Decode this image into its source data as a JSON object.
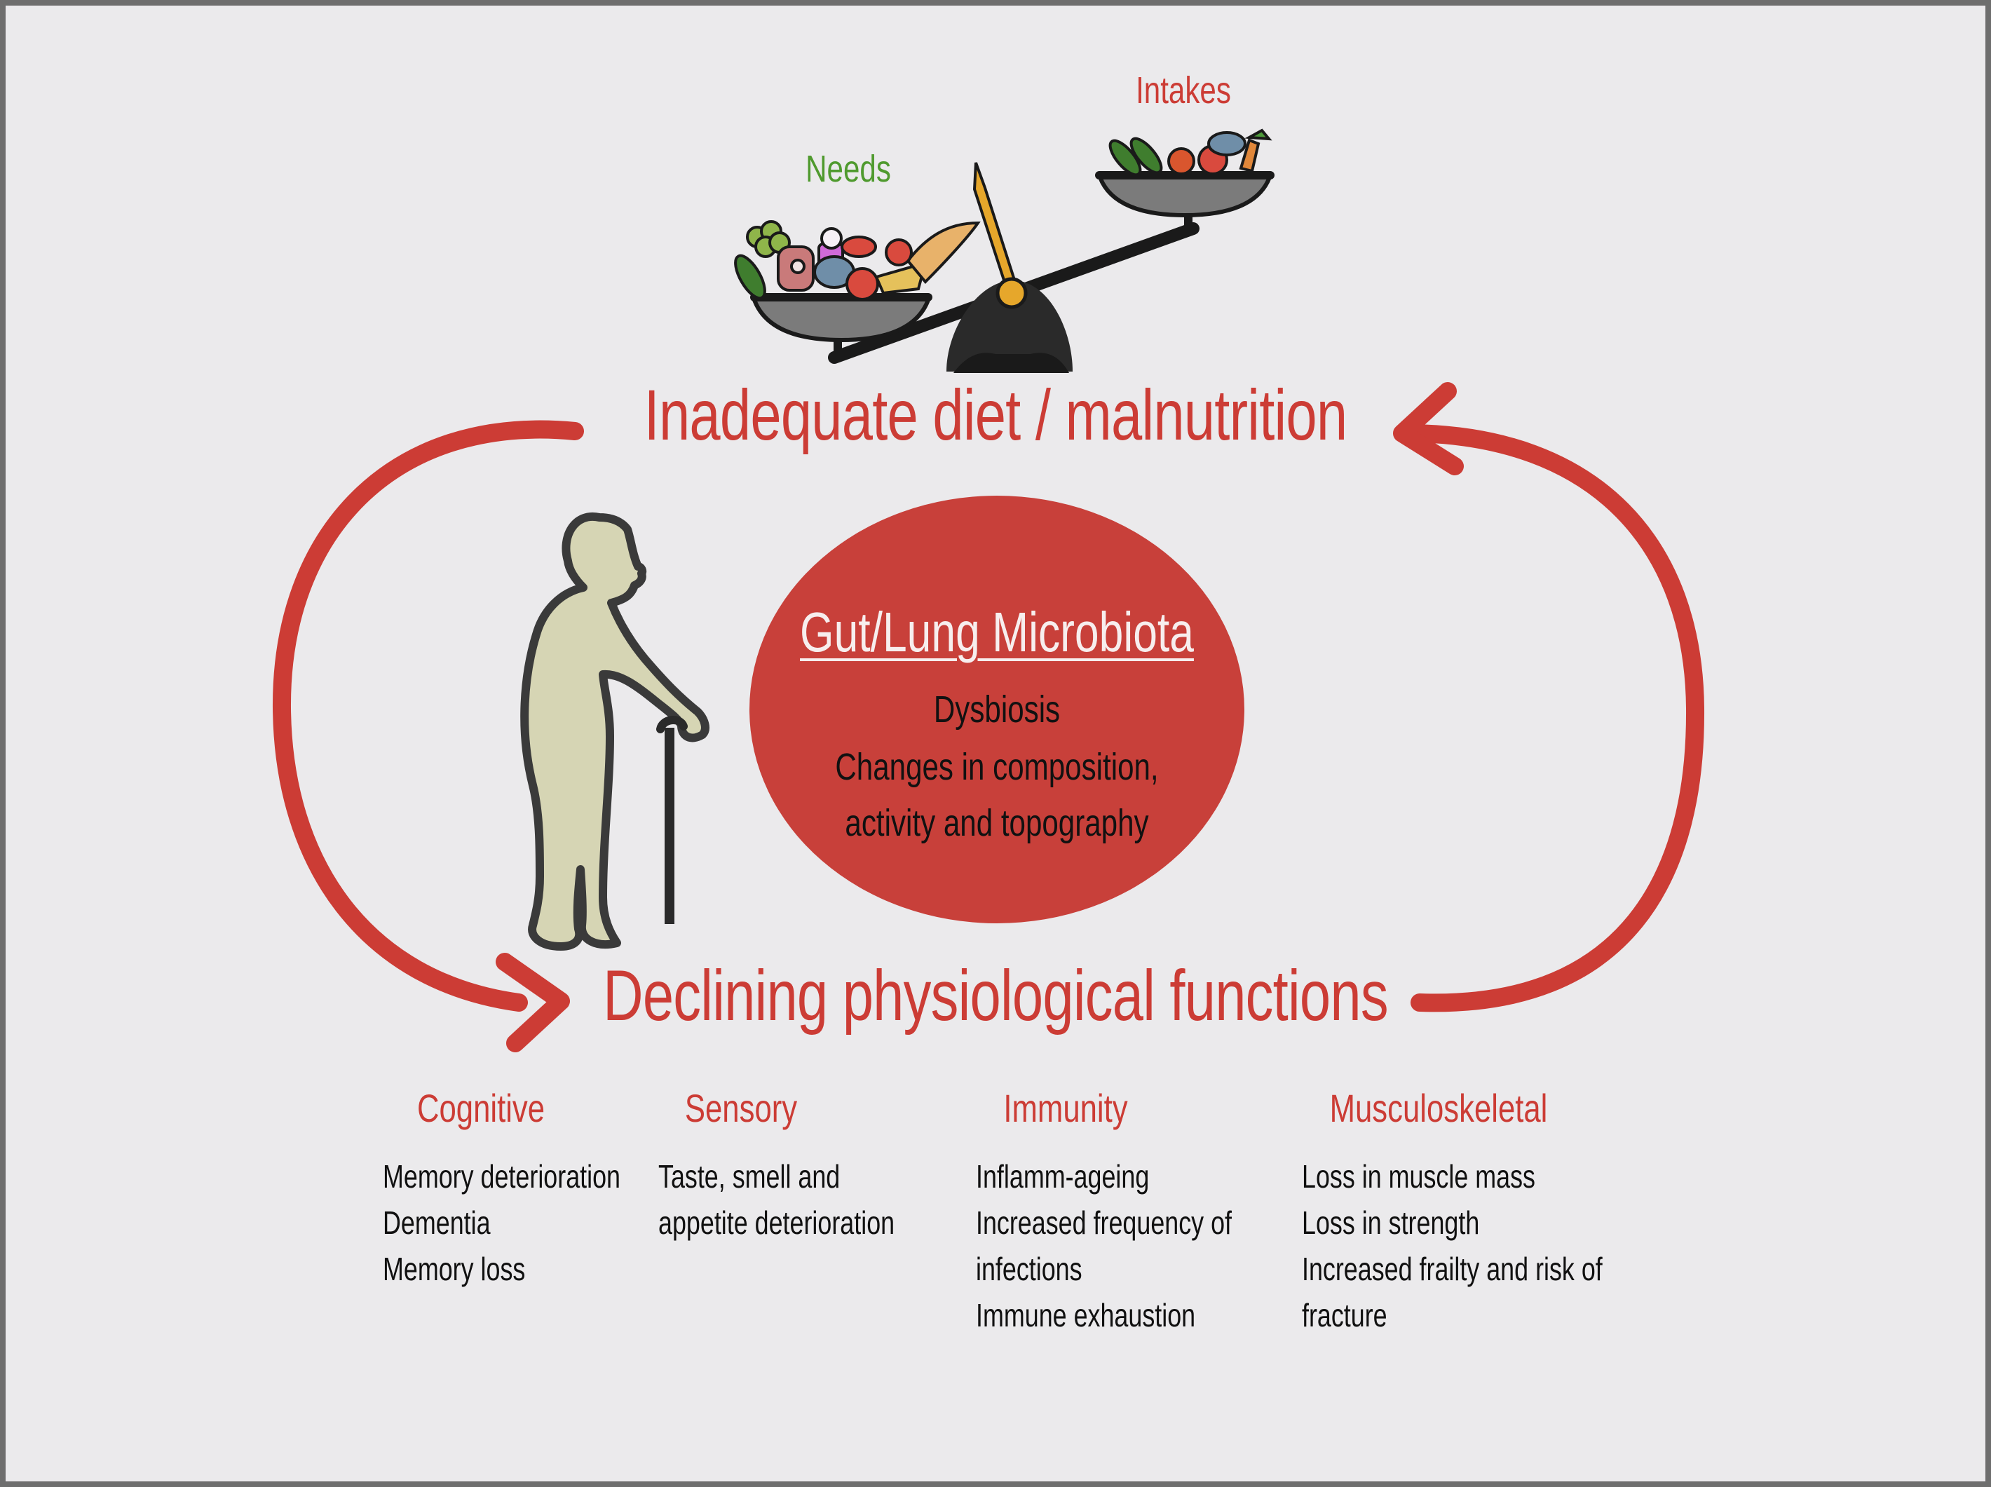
{
  "diagram": {
    "balance": {
      "needs_label": "Needs",
      "intakes_label": "Intakes"
    },
    "top_node": "Inadequate diet / malnutrition",
    "bottom_node": "Declining physiological functions",
    "center": {
      "title": "Gut/Lung Microbiota",
      "line1": "Dysbiosis",
      "line2": "Changes in composition,",
      "line3": "activity and topography"
    },
    "categories": [
      {
        "title": "Cognitive",
        "items": [
          "Memory deterioration",
          "Dementia",
          "Memory loss"
        ]
      },
      {
        "title": "Sensory",
        "items": [
          "Taste, smell and",
          "appetite deterioration"
        ]
      },
      {
        "title": "Immunity",
        "items": [
          "Inflamm-ageing",
          "Increased frequency of",
          "infections",
          "Immune exhaustion"
        ]
      },
      {
        "title": "Musculoskeletal",
        "items": [
          "Loss in muscle mass",
          "Loss in strength",
          "Increased frailty and risk of",
          "fracture"
        ]
      }
    ],
    "colors": {
      "accent_red": "#cc3c35",
      "needs_green": "#4f9a2e",
      "circle_fill": "#c8403a",
      "figure_fill": "#d6d5b4"
    }
  }
}
